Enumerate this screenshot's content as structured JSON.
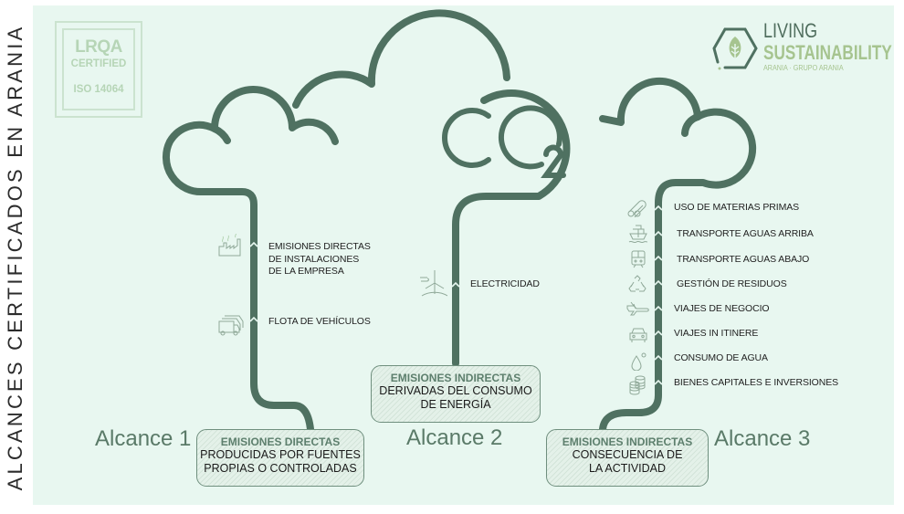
{
  "side_title": "ALCANCES CERTIFICADOS EN ARANIA",
  "badge": {
    "logo": "LRQA",
    "certified": "CERTIFIED",
    "standard": "ISO 14064"
  },
  "brand": {
    "line1": "LIVING",
    "line2": "SUSTAINABILITY",
    "line3": "ARANIA · GRUPO ARANIA",
    "icon": "leaf-hexagon-icon"
  },
  "center_symbol": {
    "c": "C",
    "o": "O",
    "sub": "2"
  },
  "colors": {
    "background": "#e8f7f0",
    "stroke": "#4f7161",
    "accent_light": "#a6c48f",
    "heading": "#5d7f6d"
  },
  "scopes": [
    {
      "label": "Alcance 1",
      "box_heading": "EMISIONES DIRECTAS",
      "box_text": [
        "PRODUCIDAS POR FUENTES",
        "PROPIAS O CONTROLADAS"
      ],
      "items": [
        {
          "icon": "factory-icon",
          "lines": [
            "EMISIONES DIRECTAS",
            "DE INSTALACIONES",
            "DE LA EMPRESA"
          ]
        },
        {
          "icon": "truck-fleet-icon",
          "lines": [
            "FLOTA DE VEHÍCULOS"
          ]
        }
      ]
    },
    {
      "label": "Alcance 2",
      "box_heading": "EMISIONES INDIRECTAS",
      "box_text": [
        "DERIVADAS DEL CONSUMO",
        "DE ENERGÍA"
      ],
      "items": [
        {
          "icon": "wind-turbine-icon",
          "lines": [
            "ELECTRICIDAD"
          ]
        }
      ]
    },
    {
      "label": "Alcance 3",
      "box_heading": "EMISIONES INDIRECTAS",
      "box_text": [
        "CONSECUENCIA DE",
        "LA ACTIVIDAD"
      ],
      "items": [
        {
          "icon": "raw-materials-icon",
          "lines": [
            "USO DE MATERIAS PRIMAS"
          ]
        },
        {
          "icon": "ship-icon",
          "lines": [
            "TRANSPORTE AGUAS ARRIBA"
          ]
        },
        {
          "icon": "train-icon",
          "lines": [
            "TRANSPORTE AGUAS ABAJO"
          ]
        },
        {
          "icon": "recycle-icon",
          "lines": [
            "GESTIÓN DE RESIDUOS"
          ]
        },
        {
          "icon": "airplane-icon",
          "lines": [
            "VIAJES DE NEGOCIO"
          ]
        },
        {
          "icon": "car-icon",
          "lines": [
            "VIAJES IN ITINERE"
          ]
        },
        {
          "icon": "water-drop-icon",
          "lines": [
            "CONSUMO DE AGUA"
          ]
        },
        {
          "icon": "coins-icon",
          "lines": [
            "BIENES CAPITALES E INVERSIONES"
          ]
        }
      ]
    }
  ]
}
